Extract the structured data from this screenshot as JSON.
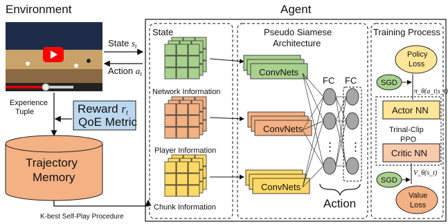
{
  "environment": {
    "title": "Environment",
    "experience_tuple": [
      "Experience",
      "Tuple"
    ],
    "reward": {
      "line1_prefix": "Reward ",
      "line1_symbol": "r",
      "line1_sub": "t",
      "line2": "QoE Metric"
    },
    "trajectory_memory": [
      "Trajectory",
      "Memory"
    ],
    "kbest_label": "K-best Self-Play Procedure",
    "state_arrow": {
      "text": "State ",
      "symbol": "s",
      "sub": "t"
    },
    "action_arrow": {
      "text": "Action ",
      "symbol": "a",
      "sub": "t"
    }
  },
  "agent": {
    "title": "Agent",
    "state_panel": {
      "title": "State",
      "labels": [
        "Network Information",
        "Player Information",
        "Chunk Information"
      ]
    },
    "architecture_panel": {
      "title_lines": [
        "Pseudo Siamese",
        "Architecture"
      ],
      "convnet_label": "ConvNets",
      "fc_labels": [
        "FC",
        "FC"
      ],
      "action_label": "Action",
      "dots": "⋮"
    },
    "training_panel": {
      "title": "Training Process",
      "policy_loss": [
        "Policy",
        "Loss"
      ],
      "value_loss": [
        "Value",
        "Loss"
      ],
      "sgd": "SGD",
      "actor": "Actor NN",
      "critic": "Critic NN",
      "ppo": [
        "Trinal-Clip",
        "PPO"
      ],
      "pi_label": "π_θ(a_t|s_t)",
      "v_label": "V_θ(s_t)"
    }
  },
  "colors": {
    "green": "#a9d18e",
    "orange": "#f4b183",
    "yellow": "#ffd966",
    "blue": "#bdd7ee",
    "salmon": "#f8cbad",
    "red": "#ff0000"
  }
}
